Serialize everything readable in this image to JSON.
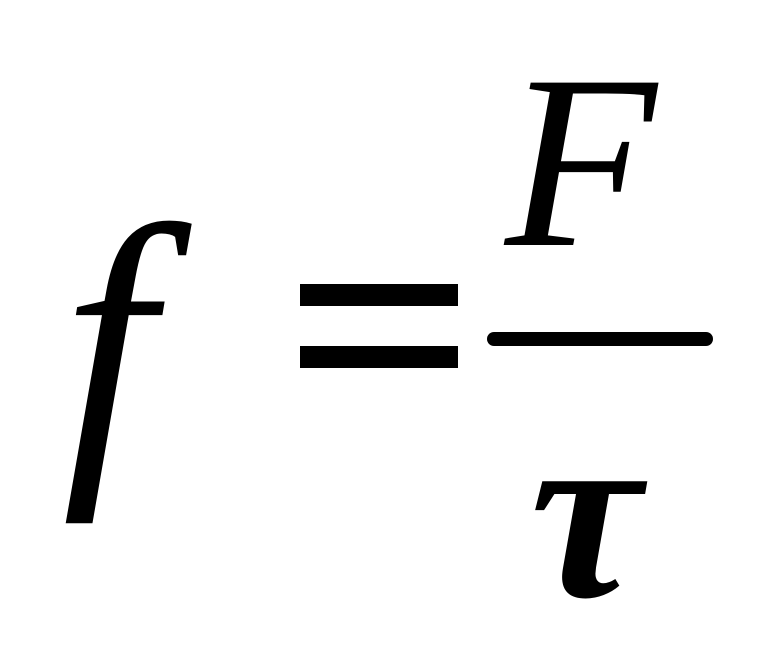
{
  "formula": {
    "lhs": "f",
    "operator": "=",
    "numerator": "F",
    "denominator": "τ"
  }
}
